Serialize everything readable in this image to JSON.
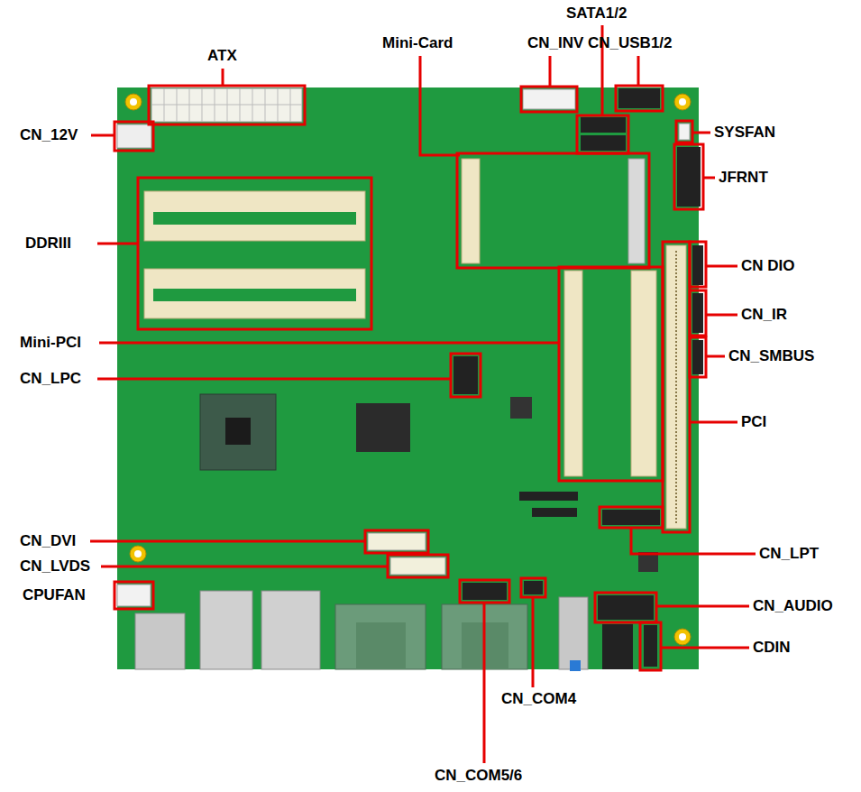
{
  "diagram": {
    "labels": [
      "ATX",
      "Mini-Card",
      "CN_INV",
      "SATA1/2",
      "CN_USB1/2",
      "CN_12V",
      "SYSFAN",
      "JFRNT",
      "DDRIII",
      "CN DIO",
      "CN_IR",
      "Mini-PCI",
      "CN_SMBUS",
      "CN_LPC",
      "PCI",
      "CN_DVI",
      "CN_LPT",
      "CN_LVDS",
      "CPUFAN",
      "CN_AUDIO",
      "CDIN",
      "CN_COM4",
      "CN_COM5/6"
    ]
  }
}
